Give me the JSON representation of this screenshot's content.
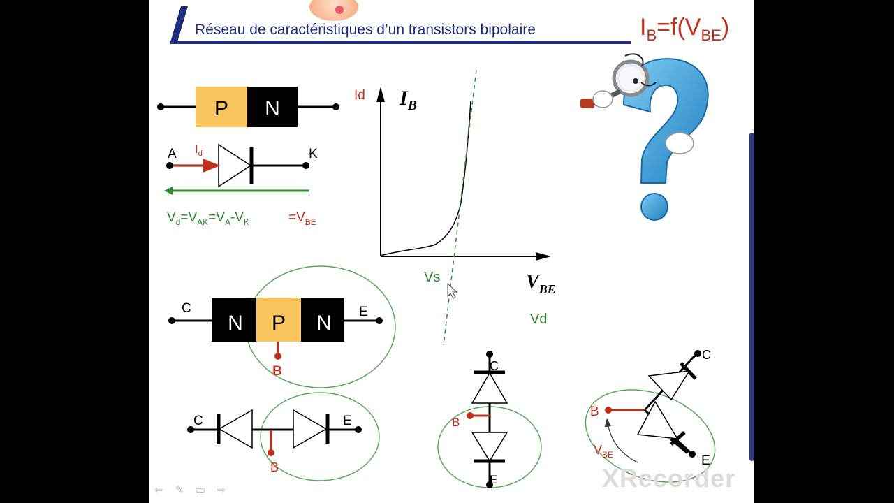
{
  "title": {
    "text": "Réseau de caractéristiques d’un transistors bipolaire",
    "formula_I": "I",
    "formula_sub_B": "B",
    "formula_mid": "=f(V",
    "formula_sub_BE": "BE",
    "formula_end": ")"
  },
  "pn": {
    "p": "P",
    "n": "N"
  },
  "diode": {
    "a": "A",
    "k": "K",
    "id_I": "I",
    "id_sub": "d",
    "eq": [
      {
        "t": "V",
        "s": "d"
      },
      {
        "t": "=V",
        "s": "AK"
      },
      {
        "t": "=V",
        "s": "A"
      },
      {
        "t": "-V",
        "s": "K"
      }
    ],
    "eq2": {
      "t": "=V",
      "s": "BE"
    }
  },
  "graph": {
    "y_label_id": "Id",
    "y_label_I": "I",
    "y_label_B": "B",
    "x_label_V": "V",
    "x_label_BE": "BE",
    "vs": "Vs",
    "vd": "Vd"
  },
  "npn": {
    "n1": "N",
    "p": "P",
    "n2": "N",
    "c": "C",
    "e": "E",
    "b": "B"
  },
  "two_diodes": {
    "c": "C",
    "e": "E",
    "b": "B"
  },
  "vertical": {
    "c": "C",
    "b": "B",
    "e": "E"
  },
  "angled": {
    "c": "C",
    "b": "B",
    "e": "E",
    "vbe_V": "V",
    "vbe_sub": "BE"
  },
  "nav": [
    "⇦",
    "✎",
    "▭",
    "⇨"
  ],
  "watermark": "XRecorder",
  "colors": {
    "title": "#1f2d7a",
    "red": "#c0301a",
    "green": "#2f8a2f",
    "p_fill": "#f9c65e",
    "n_fill": "#000000",
    "ellipse": "#5aa85a",
    "question": "#2e9bd6"
  }
}
